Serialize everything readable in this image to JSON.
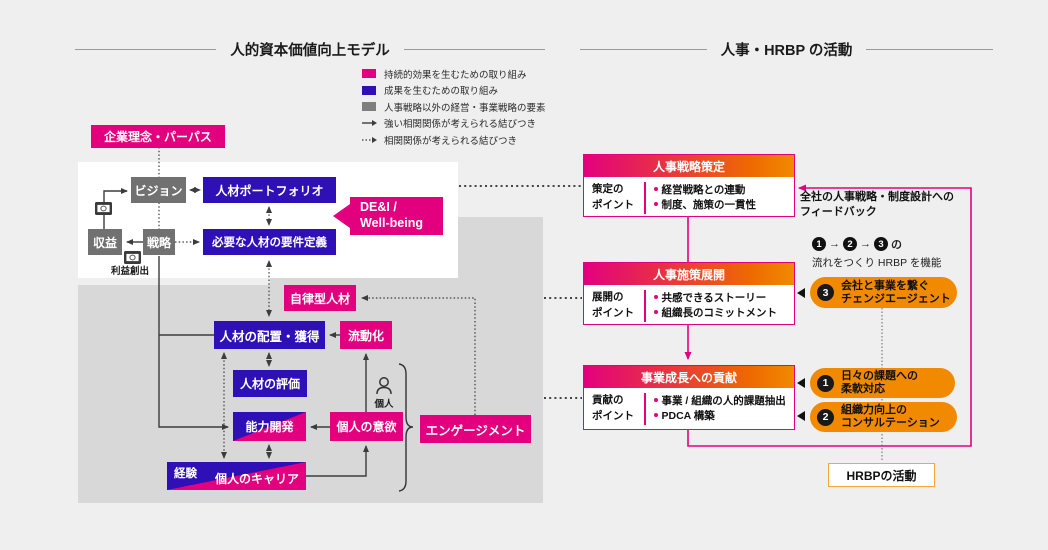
{
  "titles": {
    "left": "人的資本価値向上モデル",
    "right": "人事・HRBP の活動"
  },
  "legend": {
    "items": [
      {
        "icon": "pink-swatch",
        "label": "持続的効果を生むための取り組み"
      },
      {
        "icon": "blue-swatch",
        "label": "成果を生むための取り組み"
      },
      {
        "icon": "gray-swatch",
        "label": "人事戦略以外の経営・事業戦略の要素"
      },
      {
        "icon": "solid-arrow",
        "label": "強い相関関係が考えられる結びつき"
      },
      {
        "icon": "dotted-arrow",
        "label": "相関関係が考えられる結びつき"
      }
    ]
  },
  "model": {
    "philosophy": "企業理念・パーパス",
    "vision": "ビジョン",
    "portfolio": "人材ポートフォリオ",
    "dei_line1": "DE&I /",
    "dei_line2": "Well-being",
    "revenue": "収益",
    "strategy": "戦略",
    "requirements": "必要な人材の要件定義",
    "profit": "利益創出",
    "autonomous": "自律型人材",
    "placement": "人材の配置・獲得",
    "mobility": "流動化",
    "evaluation": "人材の評価",
    "development": "能力開発",
    "motivation": "個人の意欲",
    "engagement": "エンゲージメント",
    "experience": "経験",
    "career": "個人のキャリア",
    "individual": "個人"
  },
  "activities": {
    "strategy_box": {
      "title": "人事戦略策定",
      "label1": "策定の",
      "label2": "ポイント",
      "points": [
        "経営戦略との連動",
        "制度、施策の一貫性"
      ]
    },
    "deploy_box": {
      "title": "人事施策展開",
      "label1": "展開の",
      "label2": "ポイント",
      "points": [
        "共感できるストーリー",
        "組織長のコミットメント"
      ]
    },
    "contribution_box": {
      "title": "事業成長への貢献",
      "label1": "貢献の",
      "label2": "ポイント",
      "points": [
        "事業 / 組織の人的課題抽出",
        "PDCA 構築"
      ]
    },
    "feedback_line1": "全社の人事戦略・制度設計への",
    "feedback_line2": "フィードバック",
    "flow": {
      "n1": "1",
      "n2": "2",
      "n3": "3",
      "arrow1": "→",
      "arrow2": "→",
      "suffix": "の",
      "line2": "流れをつくり HRBP を機能"
    },
    "pills": [
      {
        "num": "3",
        "line1": "会社と事業を繋ぐ",
        "line2": "チェンジエージェント"
      },
      {
        "num": "1",
        "line1": "日々の課題への",
        "line2": "柔軟対応"
      },
      {
        "num": "2",
        "line1": "組織力向上の",
        "line2": "コンサルテーション"
      }
    ],
    "hrbp_label": "HRBPの活動"
  },
  "colors": {
    "background": "#efefef",
    "panel_gray": "#d8d8d8",
    "panel_white": "#ffffff",
    "accent_pink": "#e3007f",
    "accent_blue": "#2e10b6",
    "box_gray": "#717171",
    "pill_orange": "#f18a00",
    "hrbp_border_orange": "#f7a937",
    "line_dark": "#3c3c3c"
  }
}
